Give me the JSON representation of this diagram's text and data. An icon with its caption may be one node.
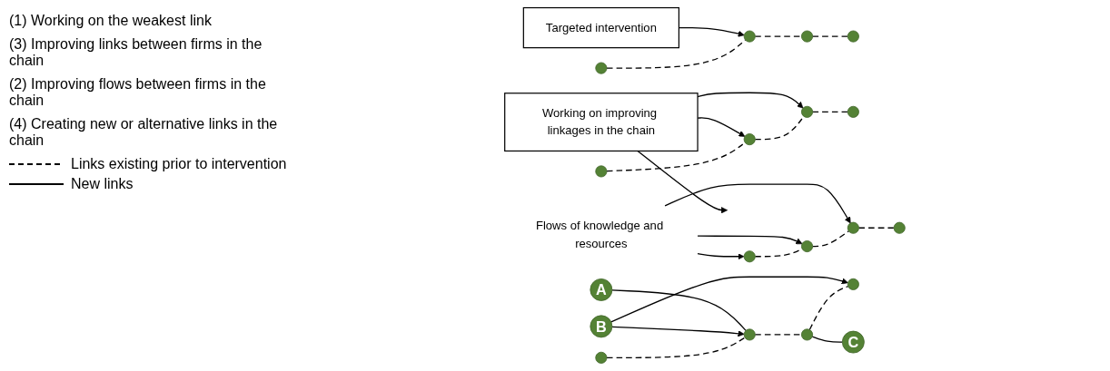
{
  "diagram": {
    "nodes": [
      {
        "text": [
          "Targeted intervention"
        ]
      },
      {
        "text": [],
        "shape": "circle"
      },
      {
        "text": [],
        "shape": "circle"
      },
      {
        "text": [],
        "shape": "circle"
      },
      {
        "text": [],
        "shape": "circle"
      },
      {
        "text": [
          "Working on improving linkages in the chain"
        ]
      },
      {
        "text": [],
        "shape": "circle"
      },
      {
        "text": [],
        "shape": "circle"
      },
      {
        "text": [],
        "shape": "circle"
      },
      {
        "text": [],
        "shape": "circle"
      },
      {
        "text": [
          "Flows of knowledge and resources"
        ]
      },
      {
        "text": [],
        "shape": "circle"
      },
      {
        "text": [],
        "shape": "circle"
      },
      {
        "text": [],
        "shape": "circle"
      },
      {
        "text": [],
        "shape": "circle"
      },
      {
        "text": [
          "A"
        ]
      },
      {
        "text": [
          "B"
        ]
      },
      {
        "text": [],
        "shape": "circle"
      },
      {
        "text": [],
        "shape": "circle"
      },
      {
        "text": [],
        "shape": "circle"
      },
      {
        "text": [],
        "shape": "circle"
      },
      {
        "text": [
          "C"
        ]
      }
    ],
    "edges": [
      {
        "from": 0,
        "to": 2,
        "arrow": "to"
      },
      {
        "from": 1,
        "to": 2,
        "arrow": "none",
        "style": "dashed"
      },
      {
        "from": 2,
        "to": 3,
        "arrow": "none",
        "style": "dashed"
      },
      {
        "from": 3,
        "to": 4,
        "arrow": "none",
        "style": "dashed"
      },
      {
        "from": 5,
        "to": 7,
        "arrow": "to"
      },
      {
        "from": 5,
        "to": null,
        "arrow": "to"
      },
      {
        "from": 5,
        "to": 8,
        "arrow": "to"
      },
      {
        "from": 6,
        "to": 7,
        "arrow": "none",
        "style": "dashed"
      },
      {
        "from": 7,
        "to": 8,
        "arrow": "none",
        "style": "dashed"
      },
      {
        "from": 8,
        "to": 9,
        "arrow": "none",
        "style": "dashed"
      },
      {
        "from": 10,
        "to": 11,
        "arrow": "to"
      },
      {
        "from": 10,
        "to": 12,
        "arrow": "to"
      },
      {
        "from": 10,
        "to": 13,
        "arrow": "to"
      },
      {
        "from": 11,
        "to": 12,
        "arrow": "none",
        "style": "dashed"
      },
      {
        "from": 12,
        "to": 13,
        "arrow": "none",
        "style": "dashed"
      },
      {
        "from": 13,
        "to": 14,
        "arrow": "none",
        "style": "dashed"
      },
      {
        "from": 15,
        "to": 18,
        "arrow": "none"
      },
      {
        "from": 16,
        "to": 18,
        "arrow": "to"
      },
      {
        "from": 16,
        "to": 20,
        "arrow": "to"
      },
      {
        "from": 17,
        "to": 18,
        "arrow": "none",
        "style": "dashed"
      },
      {
        "from": 18,
        "to": 19,
        "arrow": "none",
        "style": "dashed"
      },
      {
        "from": 19,
        "to": 20,
        "arrow": "none",
        "style": "dashed"
      },
      {
        "from": 19,
        "to": 21,
        "arrow": "none"
      }
    ],
    "labels": [
      "(1) Working on the weakest link",
      "(3) Improving links between firms in the chain",
      "(2) Improving flows between firms in the chain",
      "(4) Creating new or alternative links in the chain"
    ],
    "legend": [
      {
        "text": "Links existing prior to intervention"
      },
      {
        "text": "New links"
      }
    ]
  }
}
